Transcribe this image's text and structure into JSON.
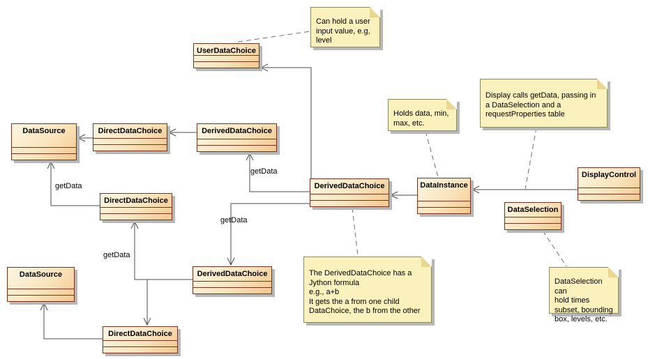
{
  "classes": [
    {
      "name": "UserDataChoice"
    },
    {
      "name": "DataSource"
    },
    {
      "name": "DirectDataChoice"
    },
    {
      "name": "DerivedDataChoice"
    },
    {
      "name": "DerivedDataChoice"
    },
    {
      "name": "DataInstance"
    },
    {
      "name": "DisplayControl"
    },
    {
      "name": "DataSelection"
    },
    {
      "name": "DirectDataChoice"
    },
    {
      "name": "DataSource"
    },
    {
      "name": "DerivedDataChoice"
    },
    {
      "name": "DirectDataChoice"
    }
  ],
  "notes": [
    {
      "text": "Can hold a user\ninput value, e.g,\nlevel"
    },
    {
      "text": "Holds data, min,\nmax, etc."
    },
    {
      "text": "Display calls getData, passing in\na DataSelection and a\nrequestProperties table"
    },
    {
      "text": "The DerivedDataChoice has a\nJython formula\ne.g., a+b\nIt gets the a from one child\nDataChoice, the b from the other"
    },
    {
      "text": "DataSelection can\nhold times\nsubset, bounding\nbox, levels, etc."
    }
  ],
  "edge_labels": [
    "getData",
    "getData",
    "getData",
    "getData"
  ],
  "colors": {
    "class_border": "#7A3220",
    "class_fill_1": "#FDF6E2",
    "class_fill_2": "#F3C88D",
    "note_fill": "#FBF1BD",
    "note_border": "#8A8A5E",
    "note_fold": "#E9D78D",
    "edge_color": "#4B4B4B",
    "dashed_color": "#6F6F6F",
    "shadow_color": "#B7B7B7",
    "text_color": "#000000"
  }
}
